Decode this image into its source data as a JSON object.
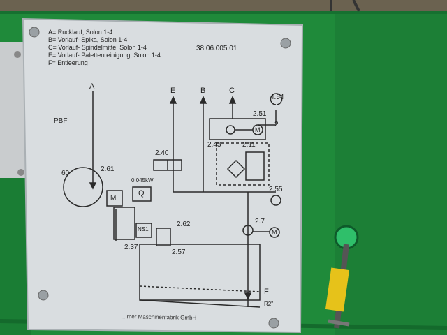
{
  "plate": {
    "legend": [
      "A= Rucklauf, Solon 1-4",
      "B= Vorlauf- Spika, Solon 1-4",
      "C= Vorlauf- Spindelmitte, Solon 1-4",
      "E= Vorlauf- Palettenreinigung, Solon 1-4",
      "F= Entleerung"
    ],
    "code": "38.06.005.01",
    "line_labels": {
      "a": "A",
      "e": "E",
      "b": "B",
      "c": "C",
      "f": "F"
    },
    "labels": {
      "pbf": "PBF",
      "l454": "4.54",
      "l251": "2.51",
      "l2": "2",
      "l243": "2.43",
      "l211": "2.11",
      "l240": "2.40",
      "l60": "60",
      "l261": "2.61",
      "l0045": "0,045kW",
      "q": "Q",
      "m1": "M",
      "m2": "M",
      "m3": "M",
      "l255": "2.55",
      "l262": "2.62",
      "l27": "2.7",
      "ns1": "NS1",
      "l237": "2.37",
      "l257": "2.57",
      "r2": "R2\""
    },
    "footer": "...mer Maschinenfabrik GmbH"
  },
  "colors": {
    "machine_green": "#1f8a3a",
    "plate": "#d9dde0",
    "line": "#2a2a2a",
    "tape": "#e6c21a"
  }
}
